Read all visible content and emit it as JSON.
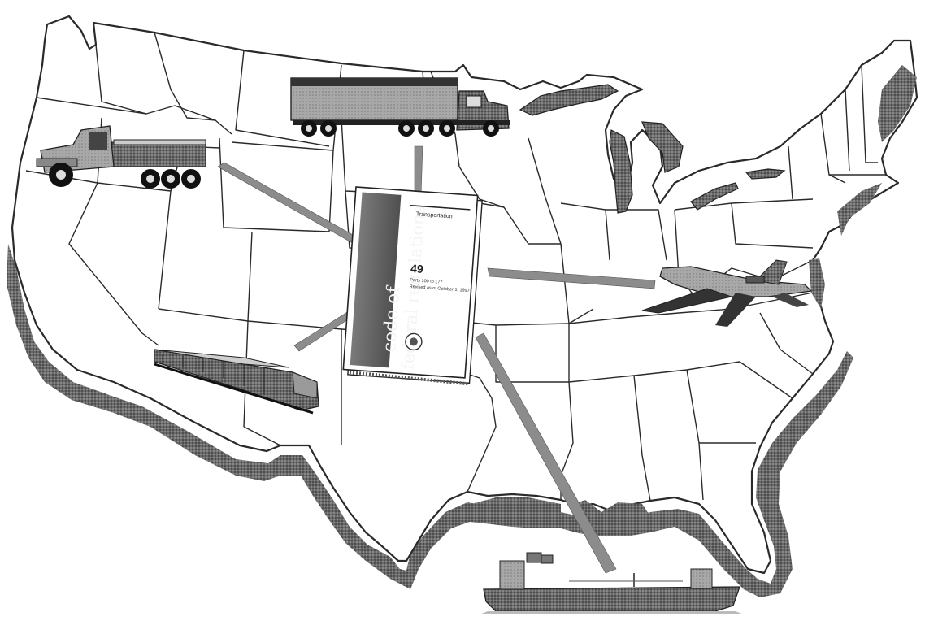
{
  "book": {
    "title_line1": "code of",
    "title_line2": "federal regulations",
    "volume": "49",
    "subject": "Transportation",
    "parts": "Parts 100 to 177",
    "revised": "Revised as of October 1, 1997"
  },
  "vehicles": {
    "flatbed_truck": "flatbed-truck-icon",
    "semi_truck": "semi-truck-icon",
    "train": "train-icon",
    "airplane": "airplane-icon",
    "ship": "cargo-ship-icon"
  },
  "colors": {
    "outline": "#2a2a2a",
    "shadow": "#4a4a4a",
    "book_cover": "#5d5d5d",
    "beam": "#8c8c8c"
  }
}
